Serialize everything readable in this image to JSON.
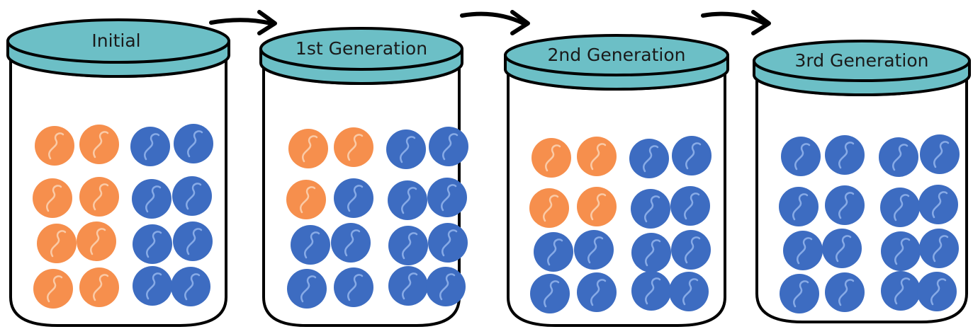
{
  "jars": [
    {
      "label": "Initial",
      "marbles": [
        "orange",
        "orange",
        "blue",
        "blue",
        "orange",
        "orange",
        "blue",
        "blue",
        "orange",
        "orange",
        "blue",
        "blue",
        "orange",
        "orange",
        "blue",
        "blue"
      ]
    },
    {
      "label": "1st Generation",
      "marbles": [
        "orange",
        "orange",
        "blue",
        "blue",
        "orange",
        "blue",
        "blue",
        "blue",
        "blue",
        "blue",
        "blue",
        "blue",
        "blue",
        "blue",
        "blue",
        "blue"
      ]
    },
    {
      "label": "2nd Generation",
      "marbles": [
        "orange",
        "orange",
        "blue",
        "blue",
        "orange",
        "orange",
        "blue",
        "blue",
        "blue",
        "blue",
        "blue",
        "blue",
        "blue",
        "blue",
        "blue",
        "blue"
      ]
    },
    {
      "label": "3rd Generation",
      "marbles": [
        "blue",
        "blue",
        "blue",
        "blue",
        "blue",
        "blue",
        "blue",
        "blue",
        "blue",
        "blue",
        "blue",
        "blue",
        "blue",
        "blue",
        "blue",
        "blue"
      ]
    }
  ],
  "colors": {
    "lid": "#6cbfc6",
    "outline": "#000000",
    "orange": "#f68f4d",
    "blue": "#3d6cc1",
    "arrow": "#000000"
  }
}
